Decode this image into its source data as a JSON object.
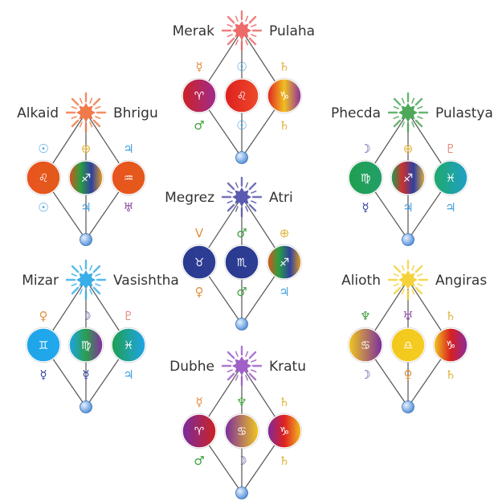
{
  "colors": {
    "line": "#555555",
    "node_fill": "#4f8ed8",
    "node_highlight": "#e6f0ff"
  },
  "diagrams": [
    {
      "id": "merak-pulaha",
      "labels": [
        "Merak",
        "Pulaha"
      ],
      "star_color": "#ee6a6a",
      "circles": [
        {
          "sign": "♈",
          "colors": [
            "#cc2222",
            "#a02b8f"
          ],
          "top": "☿",
          "top_color": "#e08a3c",
          "bottom": "♂",
          "bottom_color": "#3f9f3f"
        },
        {
          "sign": "♌",
          "colors": [
            "#dd1f1f",
            "#ee4a2a"
          ],
          "top": "☉",
          "top_color": "#3f9fdf",
          "bottom": "☉",
          "bottom_color": "#3f9fdf"
        },
        {
          "sign": "♑",
          "colors": [
            "#e02020",
            "#f0c020",
            "#8a2ba0"
          ],
          "top": "♄",
          "top_color": "#e0b23c",
          "bottom": "♄",
          "bottom_color": "#e0b23c"
        }
      ]
    },
    {
      "id": "alkaid-bhrigu",
      "labels": [
        "Alkaid",
        "Bhrigu"
      ],
      "star_color": "#f07a4a",
      "circles": [
        {
          "sign": "♌",
          "colors": [
            "#e8541e",
            "#e35a1b"
          ],
          "top": "☉",
          "top_color": "#3f9fdf",
          "bottom": "☉",
          "bottom_color": "#3f9fdf"
        },
        {
          "sign": "♐",
          "colors": [
            "#e0501c",
            "#2a9f3f",
            "#2f3fa0",
            "#e8a21c"
          ],
          "top": "⊕",
          "top_color": "#e0b23c",
          "bottom": "♃",
          "bottom_color": "#3f9fdf"
        },
        {
          "sign": "♒",
          "colors": [
            "#e8541e",
            "#e35a1b"
          ],
          "top": "♃",
          "top_color": "#3f9fdf",
          "bottom": "♅",
          "bottom_color": "#8a4aa0"
        }
      ]
    },
    {
      "id": "phecda-pulastya",
      "labels": [
        "Phecda",
        "Pulastya"
      ],
      "star_color": "#4ea85a",
      "circles": [
        {
          "sign": "♍",
          "colors": [
            "#1f9f4f",
            "#239f6a"
          ],
          "top": "☽",
          "top_color": "#4a4aa0",
          "bottom": "☿",
          "bottom_color": "#2f3f9f"
        },
        {
          "sign": "♐",
          "colors": [
            "#1f9f4f",
            "#cc3030",
            "#2f3fa0",
            "#e0b23c"
          ],
          "top": "⊕",
          "top_color": "#e0b23c",
          "bottom": "♃",
          "bottom_color": "#3f9fdf"
        },
        {
          "sign": "♓",
          "colors": [
            "#1faa6a",
            "#1f9fc8"
          ],
          "top": "♇",
          "top_color": "#e08a7a",
          "bottom": "♃",
          "bottom_color": "#3f9fdf"
        }
      ]
    },
    {
      "id": "megrez-atri",
      "labels": [
        "Megrez",
        "Atri"
      ],
      "star_color": "#5a5ab0",
      "circles": [
        {
          "sign": "♉",
          "colors": [
            "#2a3a8f",
            "#2e3e95"
          ],
          "top": "V",
          "top_color": "#e0903c",
          "bottom": "♀",
          "bottom_color": "#e0903c"
        },
        {
          "sign": "♏",
          "colors": [
            "#2a3a8f",
            "#2e3e95"
          ],
          "top": "♂",
          "top_color": "#3f9f3f",
          "bottom": "♂",
          "bottom_color": "#3f9f3f"
        },
        {
          "sign": "♐",
          "colors": [
            "#e0501c",
            "#2a9f3f",
            "#2f3fa0",
            "#e8a21c"
          ],
          "top": "⊕",
          "top_color": "#e0b23c",
          "bottom": "♃",
          "bottom_color": "#3f9fdf"
        }
      ]
    },
    {
      "id": "mizar-vasishtha",
      "labels": [
        "Mizar",
        "Vasishtha"
      ],
      "star_color": "#3aaee8",
      "circles": [
        {
          "sign": "♊",
          "colors": [
            "#1fa4e8",
            "#22a8ec"
          ],
          "top": "♀",
          "top_color": "#e0903c",
          "bottom": "☿",
          "bottom_color": "#2f3f9f"
        },
        {
          "sign": "♍",
          "colors": [
            "#1fa4e8",
            "#2a9f4f",
            "#8a2ba0"
          ],
          "top": "☽",
          "top_color": "#4a4aa0",
          "bottom": "☿",
          "bottom_color": "#2f3f9f"
        },
        {
          "sign": "♓",
          "colors": [
            "#1f9f4f",
            "#1fa4e8"
          ],
          "top": "♇",
          "top_color": "#e08a7a",
          "bottom": "♃",
          "bottom_color": "#3f9fdf"
        }
      ]
    },
    {
      "id": "alioth-angiras",
      "labels": [
        "Alioth",
        "Angiras"
      ],
      "star_color": "#f5d23c",
      "circles": [
        {
          "sign": "♋",
          "colors": [
            "#f2c81e",
            "#7a2b9f"
          ],
          "top": "♆",
          "top_color": "#3f9f3f",
          "bottom": "☽",
          "bottom_color": "#4a4aa0"
        },
        {
          "sign": "♎",
          "colors": [
            "#f2c81e",
            "#f5cc20"
          ],
          "top": "♅",
          "top_color": "#8a4aa0",
          "bottom": "♀",
          "bottom_color": "#e0903c"
        },
        {
          "sign": "♑",
          "colors": [
            "#f2c81e",
            "#d82020",
            "#8a2ba0"
          ],
          "top": "♄",
          "top_color": "#e0b23c",
          "bottom": "♄",
          "bottom_color": "#e0b23c"
        }
      ]
    },
    {
      "id": "dubhe-kratu",
      "labels": [
        "Dubhe",
        "Kratu"
      ],
      "star_color": "#a060c8",
      "circles": [
        {
          "sign": "♈",
          "colors": [
            "#7a2b9f",
            "#cc2222"
          ],
          "top": "☿",
          "top_color": "#e08a3c",
          "bottom": "♂",
          "bottom_color": "#3f9f3f"
        },
        {
          "sign": "♋",
          "colors": [
            "#7a2b9f",
            "#f2c81e"
          ],
          "top": "♆",
          "top_color": "#3f9f3f",
          "bottom": "☽",
          "bottom_color": "#4a4aa0"
        },
        {
          "sign": "♑",
          "colors": [
            "#7a2b9f",
            "#e02020",
            "#f0c020"
          ],
          "top": "♄",
          "top_color": "#e0b23c",
          "bottom": "♄",
          "bottom_color": "#e0b23c"
        }
      ]
    }
  ]
}
